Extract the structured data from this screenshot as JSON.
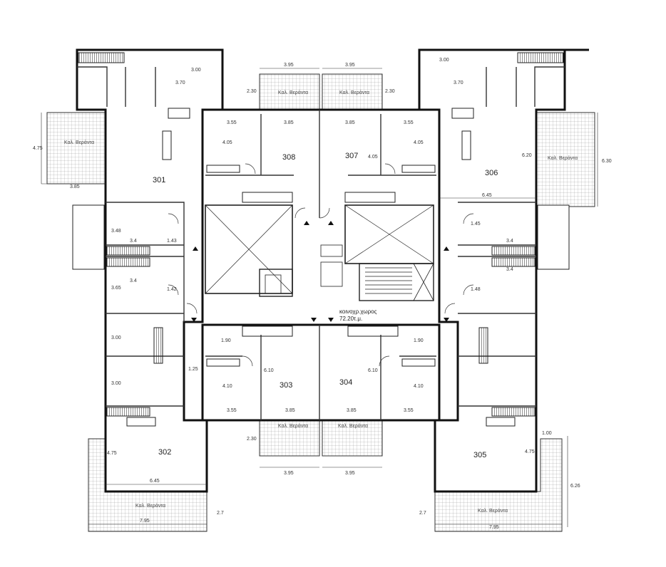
{
  "units": [
    "301",
    "302",
    "303",
    "304",
    "305",
    "306",
    "307",
    "308"
  ],
  "common_area": {
    "name": "κοινοχρ.χωρος",
    "area": "72.20τ.μ."
  },
  "balcony_label": "Καλ. Βεράντα",
  "dimensions": {
    "top_left_395": "3.95",
    "top_right_395": "3.95",
    "top_left_230": "2.30",
    "top_right_230": "2.30",
    "nw_300": "3.00",
    "nw_370": "3.70",
    "ne_300": "3.00",
    "ne_370": "3.70",
    "w_475": "4.75",
    "w_385": "3.85",
    "e_620": "6.20",
    "e_630": "6.30",
    "e_645": "6.45",
    "u308_355": "3.55",
    "u308_385": "3.85",
    "u308_405": "4.05",
    "u307_385": "3.85",
    "u307_355": "3.55",
    "u307_405a": "4.05",
    "u307_405b": "4.05",
    "w_348": "3.48",
    "w_34a": "3.4",
    "w_143": "1.43",
    "w_34b": "3.4",
    "w_365": "3.65",
    "w_142": "1.42",
    "e_145": "1.45",
    "e_34a": "3.4",
    "e_34b": "3.4",
    "e_148": "1.48",
    "w_300a": "3.00",
    "w_125": "1.25",
    "w_300b": "3.00",
    "u303_190": "1.90",
    "u303_410": "4.10",
    "u303_610": "6.10",
    "u303_355": "3.55",
    "u303_385": "3.85",
    "u304_610": "6.10",
    "u304_410": "4.10",
    "u304_190": "1.90",
    "u304_385": "3.85",
    "u304_355": "3.55",
    "bottom_230": "2.30",
    "bottom_395a": "3.95",
    "bottom_395b": "3.95",
    "sw_475": "4.75",
    "sw_645": "6.45",
    "sw_795": "7.95",
    "sw_27": "2.7",
    "se_100": "1.00",
    "se_475": "4.75",
    "se_626": "6.26",
    "se_795": "7.95",
    "se_27": "2.7"
  }
}
